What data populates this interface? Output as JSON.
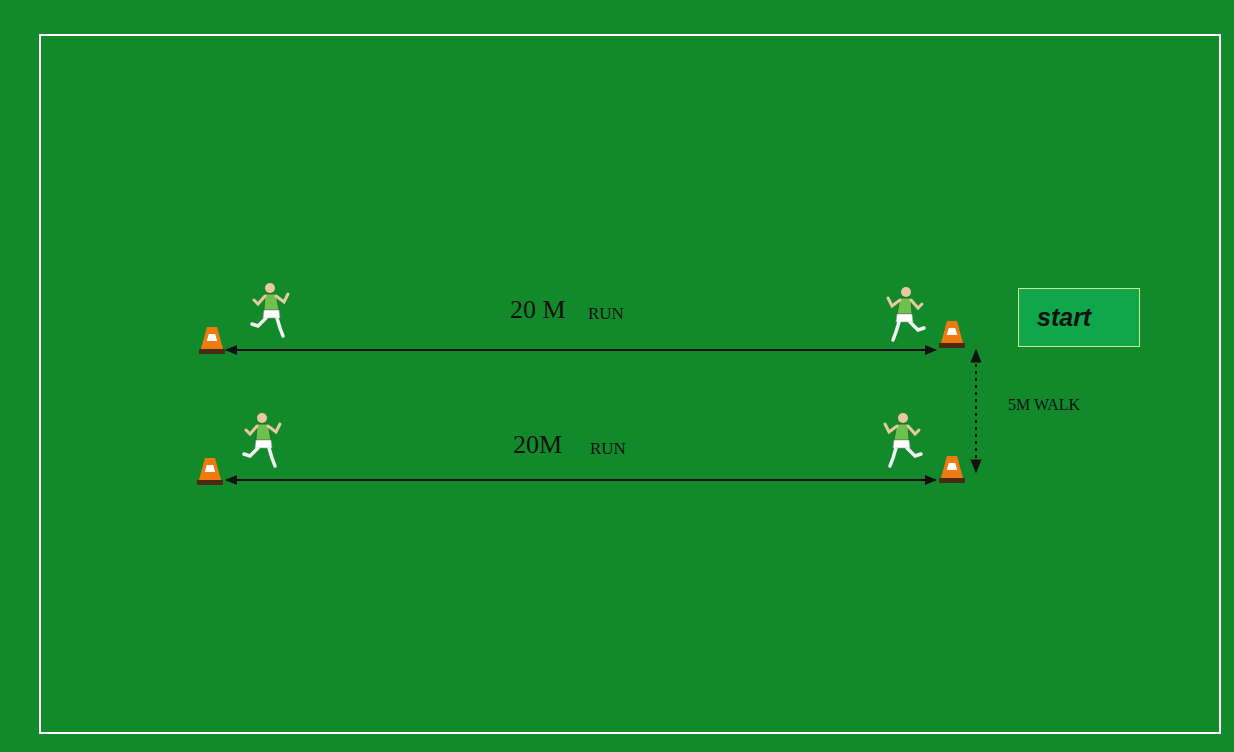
{
  "diagram": {
    "nodes": [
      {
        "text": [
          "start"
        ]
      }
    ],
    "labels": [
      "20 M",
      "RUN",
      "20M",
      "RUN",
      "5M WALK"
    ]
  }
}
